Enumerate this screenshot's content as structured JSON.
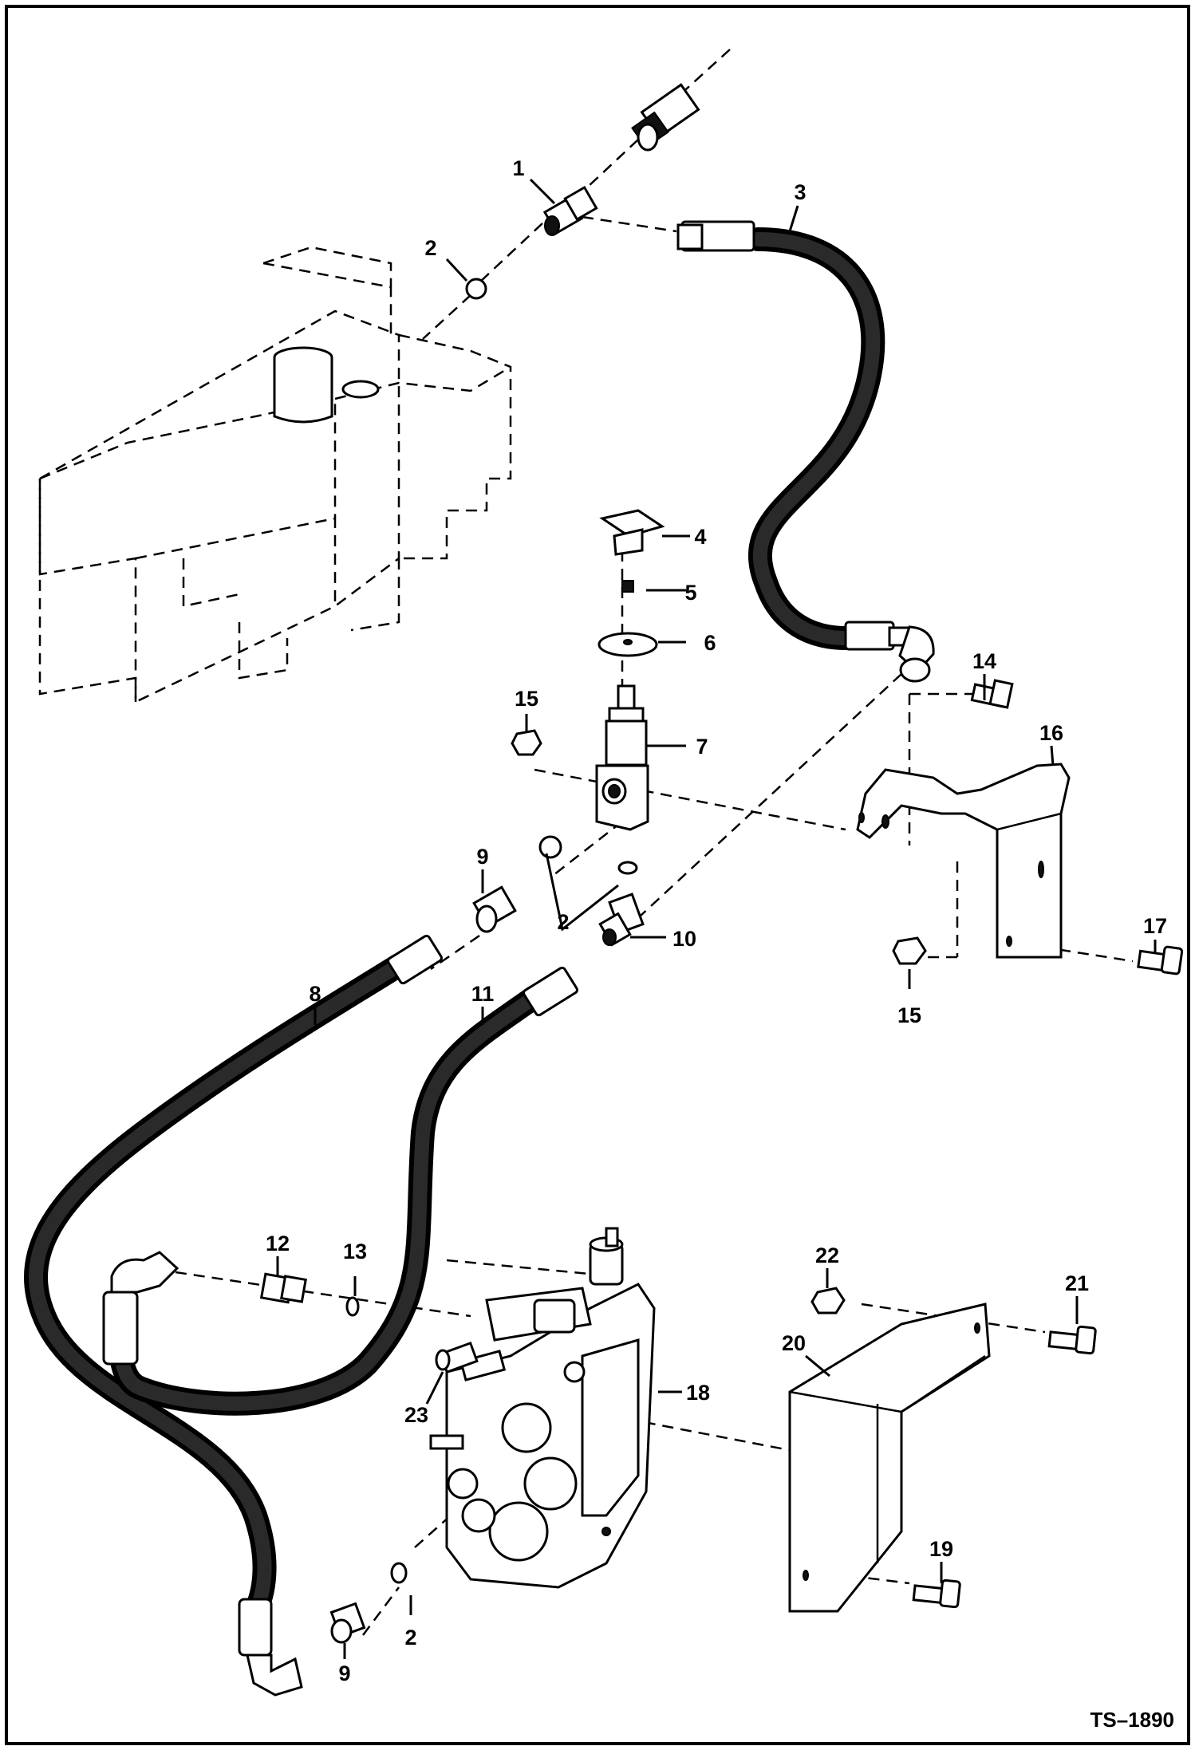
{
  "drawing_ref": "TS–1890",
  "callouts": [
    {
      "id": "c1",
      "label": "1"
    },
    {
      "id": "c2a",
      "label": "2"
    },
    {
      "id": "c3",
      "label": "3"
    },
    {
      "id": "c4",
      "label": "4"
    },
    {
      "id": "c5",
      "label": "5"
    },
    {
      "id": "c6",
      "label": "6"
    },
    {
      "id": "c7",
      "label": "7"
    },
    {
      "id": "c15a",
      "label": "15"
    },
    {
      "id": "c14",
      "label": "14"
    },
    {
      "id": "c16",
      "label": "16"
    },
    {
      "id": "c9a",
      "label": "9"
    },
    {
      "id": "c2b",
      "label": "2"
    },
    {
      "id": "c10",
      "label": "10"
    },
    {
      "id": "c17",
      "label": "17"
    },
    {
      "id": "c15b",
      "label": "15"
    },
    {
      "id": "c8",
      "label": "8"
    },
    {
      "id": "c11",
      "label": "11"
    },
    {
      "id": "c12",
      "label": "12"
    },
    {
      "id": "c13",
      "label": "13"
    },
    {
      "id": "c22",
      "label": "22"
    },
    {
      "id": "c21",
      "label": "21"
    },
    {
      "id": "c20",
      "label": "20"
    },
    {
      "id": "c18",
      "label": "18"
    },
    {
      "id": "c23",
      "label": "23"
    },
    {
      "id": "c19",
      "label": "19"
    },
    {
      "id": "c2c",
      "label": "2"
    },
    {
      "id": "c9b",
      "label": "9"
    }
  ]
}
